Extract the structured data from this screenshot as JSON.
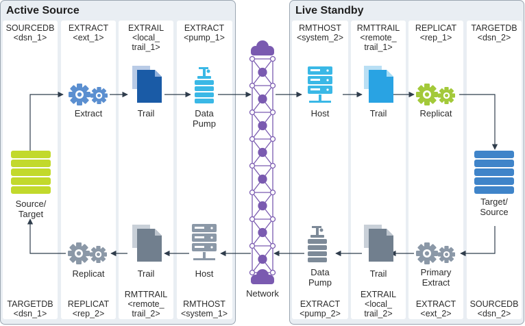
{
  "panels": {
    "left_title": "Active Source",
    "right_title": "Live Standby"
  },
  "top_labels": [
    "SOURCEDB\n<dsn_1>",
    "EXTRACT\n<ext_1>",
    "EXTRAIL\n<local_\ntrail_1>",
    "EXTRACT\n<pump_1>",
    "RMTHOST\n<system_2>",
    "RMTTRAIL\n<remote_\ntrail_1>",
    "REPLICAT\n<rep_1>",
    "TARGETDB\n<dsn_2>"
  ],
  "bottom_labels": [
    "TARGETDB\n<dsn_1>",
    "REPLICAT\n<rep_2>",
    "RMTTRAIL\n<remote_\ntrail_2>",
    "RMTHOST\n<system_1>",
    "EXTRACT\n<pump_2>",
    "EXTRAIL\n<local_\ntrail_2>",
    "EXTRACT\n<ext_2>",
    "SOURCEDB\n<dsn_2>"
  ],
  "captions": {
    "extract": "Extract",
    "trail_top_left": "Trail",
    "data_pump_top": "Data\nPump",
    "host_top": "Host",
    "trail_top_right": "Trail",
    "replicat_top": "Replicat",
    "source_target": "Source/\nTarget",
    "target_source": "Target/\nSource",
    "replicat_bottom": "Replicat",
    "trail_bottom_left": "Trail",
    "host_bottom": "Host",
    "network": "Network",
    "data_pump_bottom": "Data\nPump",
    "trail_bottom_right": "Trail",
    "primary_extract": "Primary\nExtract"
  },
  "colors": {
    "gear_blue": "#5b8fd0",
    "gear_green": "#a3c93a",
    "gear_gray": "#8b98a7",
    "trail_dark_blue": "#1a5ba6",
    "trail_light_blue": "#29a3e3",
    "trail_gray": "#717f8e",
    "pump_blue": "#3ab8e6",
    "pump_gray": "#7d8a98",
    "db_green": "#c2d92c",
    "db_blue": "#3f84c9",
    "network_purple": "#7a5ab0"
  }
}
